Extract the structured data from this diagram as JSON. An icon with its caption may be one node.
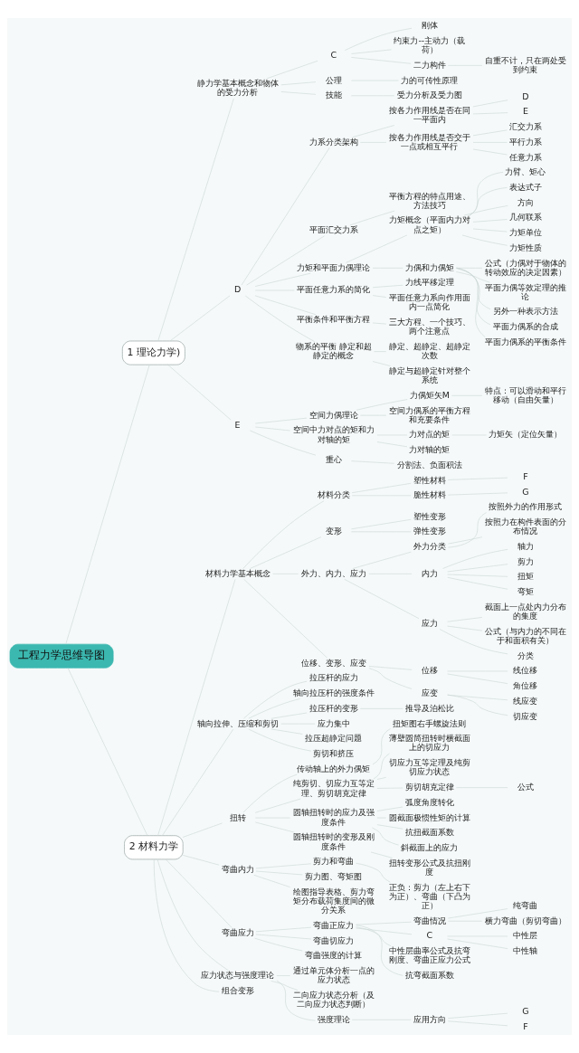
{
  "diagram": {
    "nodes": [
      {
        "text": [
          "工程力学思维导图"
        ]
      },
      {
        "text": [
          "1 理论力学)"
        ]
      },
      {
        "text": [
          "静力学基本概念和物体的受力分析"
        ]
      },
      {
        "text": [
          "C"
        ]
      },
      {
        "text": [
          "刚体"
        ]
      },
      {
        "text": [
          "约束力--主动力（载荷）"
        ]
      },
      {
        "text": [
          "二力构件"
        ]
      },
      {
        "text": [
          "自重不计，只在两处受到约束"
        ]
      },
      {
        "text": [
          "公理"
        ]
      },
      {
        "text": [
          "力的可传性原理"
        ]
      },
      {
        "text": [
          "技能"
        ]
      },
      {
        "text": [
          "受力分析及受力图"
        ]
      },
      {
        "text": [
          "D"
        ]
      },
      {
        "text": [
          "力系分类架构"
        ]
      },
      {
        "text": [
          "按各力作用线是否在同一平面内"
        ]
      },
      {
        "text": [
          "D"
        ]
      },
      {
        "text": [
          "E"
        ]
      },
      {
        "text": [
          "按各力作用线是否交于一点或相互平行"
        ]
      },
      {
        "text": [
          "汇交力系"
        ]
      },
      {
        "text": [
          "平行力系"
        ]
      },
      {
        "text": [
          "任意力系"
        ]
      },
      {
        "text": [
          "平面汇交力系"
        ]
      },
      {
        "text": [
          "平衡方程的特点用途、方法技巧"
        ]
      },
      {
        "text": [
          "力矩和平面力偶理论"
        ]
      },
      {
        "text": [
          "力矩概念（平面内力对点之矩）"
        ]
      },
      {
        "text": [
          "力臂、矩心"
        ]
      },
      {
        "text": [
          "表达式子"
        ]
      },
      {
        "text": [
          "方向"
        ]
      },
      {
        "text": [
          "几何联系"
        ]
      },
      {
        "text": [
          "力矩单位"
        ]
      },
      {
        "text": [
          "力矩性质"
        ]
      },
      {
        "text": [
          "力偶和力偶矩"
        ]
      },
      {
        "text": [
          "公式（力偶对于物体的转动效应的决定因素）"
        ]
      },
      {
        "text": [
          "平面力偶等效定理的推论"
        ]
      },
      {
        "text": [
          "另外一种表示方法"
        ]
      },
      {
        "text": [
          "平面力偶系的合成"
        ]
      },
      {
        "text": [
          "平面力偶系的平衡条件"
        ]
      },
      {
        "text": [
          "平面任意力系的简化"
        ]
      },
      {
        "text": [
          "力线平移定理"
        ]
      },
      {
        "text": [
          "平面任意力系向作用面内一点简化"
        ]
      },
      {
        "text": [
          "平衡条件和平衡方程"
        ]
      },
      {
        "text": [
          "三大方程、一个技巧、两个注意点"
        ]
      },
      {
        "text": [
          "物系的平衡 静定和超静定的概念"
        ]
      },
      {
        "text": [
          "静定、超静定、超静定次数"
        ]
      },
      {
        "text": [
          "静定与超静定针对整个系统"
        ]
      },
      {
        "text": [
          "E"
        ]
      },
      {
        "text": [
          "空间力偶理论"
        ]
      },
      {
        "text": [
          "力偶矩矢M"
        ]
      },
      {
        "text": [
          "特点：可以滑动和平行移动（自由矢量）"
        ]
      },
      {
        "text": [
          "空间力偶系的平衡方程和充要条件"
        ]
      },
      {
        "text": [
          "空间中力对点的矩和力对轴的矩"
        ]
      },
      {
        "text": [
          "力对点的矩"
        ]
      },
      {
        "text": [
          "力矩矢（定位矢量）"
        ]
      },
      {
        "text": [
          "力对轴的矩"
        ]
      },
      {
        "text": [
          "重心"
        ]
      },
      {
        "text": [
          "分割法、负面积法"
        ]
      },
      {
        "text": [
          "2 材料力学"
        ]
      },
      {
        "text": [
          "材料力学基本概念"
        ]
      },
      {
        "text": [
          "材料分类"
        ]
      },
      {
        "text": [
          "塑性材料"
        ]
      },
      {
        "text": [
          "F"
        ]
      },
      {
        "text": [
          "脆性材料"
        ]
      },
      {
        "text": [
          "G"
        ]
      },
      {
        "text": [
          "变形"
        ]
      },
      {
        "text": [
          "塑性变形"
        ]
      },
      {
        "text": [
          "弹性变形"
        ]
      },
      {
        "text": [
          "外力、内力、应力"
        ]
      },
      {
        "text": [
          "外力分类"
        ]
      },
      {
        "text": [
          "按照外力的作用形式"
        ]
      },
      {
        "text": [
          "按照力在构件表面的分布情况"
        ]
      },
      {
        "text": [
          "内力"
        ]
      },
      {
        "text": [
          "轴力"
        ]
      },
      {
        "text": [
          "剪力"
        ]
      },
      {
        "text": [
          "扭矩"
        ]
      },
      {
        "text": [
          "弯矩"
        ]
      },
      {
        "text": [
          "应力"
        ]
      },
      {
        "text": [
          "截面上一点处内力分布的集度"
        ]
      },
      {
        "text": [
          "公式（与内力的不同在于和面积有关）"
        ]
      },
      {
        "text": [
          "分类"
        ]
      },
      {
        "text": [
          "位移、变形、应变"
        ]
      },
      {
        "text": [
          "位移"
        ]
      },
      {
        "text": [
          "线位移"
        ]
      },
      {
        "text": [
          "角位移"
        ]
      },
      {
        "text": [
          "应变"
        ]
      },
      {
        "text": [
          "线应变"
        ]
      },
      {
        "text": [
          "切应变"
        ]
      },
      {
        "text": [
          "轴向拉伸、压缩和剪切"
        ]
      },
      {
        "text": [
          "拉压杆的应力"
        ]
      },
      {
        "text": [
          "轴向拉压杆的强度条件"
        ]
      },
      {
        "text": [
          "拉压杆的变形"
        ]
      },
      {
        "text": [
          "推导及泊松比"
        ]
      },
      {
        "text": [
          "应力集中"
        ]
      },
      {
        "text": [
          "拉压超静定问题"
        ]
      },
      {
        "text": [
          "剪切和挤压"
        ]
      },
      {
        "text": [
          "扭转"
        ]
      },
      {
        "text": [
          "传动轴上的外力偶矩"
        ]
      },
      {
        "text": [
          "扭矩图右手螺旋法则"
        ]
      },
      {
        "text": [
          "纯剪切、切应力互等定理、剪切胡克定律"
        ]
      },
      {
        "text": [
          "薄壁圆筒扭转时横截面上的切应力"
        ]
      },
      {
        "text": [
          "切应力互等定理及纯剪切应力状态"
        ]
      },
      {
        "text": [
          "剪切胡克定律"
        ]
      },
      {
        "text": [
          "公式"
        ]
      },
      {
        "text": [
          "圆轴扭转时的应力及强度条件"
        ]
      },
      {
        "text": [
          "弧度角度转化"
        ]
      },
      {
        "text": [
          "圆截面极惯性矩的计算"
        ]
      },
      {
        "text": [
          "抗扭截面系数"
        ]
      },
      {
        "text": [
          "斜截面上的应力"
        ]
      },
      {
        "text": [
          "圆轴扭转时的变形及刚度条件"
        ]
      },
      {
        "text": [
          "扭转变形公式及抗扭刚度"
        ]
      },
      {
        "text": [
          "弯曲内力"
        ]
      },
      {
        "text": [
          "剪力和弯曲"
        ]
      },
      {
        "text": [
          "正负：剪力（左上右下为正）、弯曲（下凸为正）"
        ]
      },
      {
        "text": [
          "剪力图、弯矩图"
        ]
      },
      {
        "text": [
          "绘图指导表格、剪力弯矩分布载荷集度间的微分关系"
        ]
      },
      {
        "text": [
          "弯曲应力"
        ]
      },
      {
        "text": [
          "弯曲正应力"
        ]
      },
      {
        "text": [
          "弯曲情况"
        ]
      },
      {
        "text": [
          "纯弯曲"
        ]
      },
      {
        "text": [
          "横力弯曲（剪切弯曲）"
        ]
      },
      {
        "text": [
          "C"
        ]
      },
      {
        "text": [
          "中性层"
        ]
      },
      {
        "text": [
          "中性轴"
        ]
      },
      {
        "text": [
          "中性层曲率公式及抗弯刚度、弯曲正应力公式"
        ]
      },
      {
        "text": [
          "抗弯截面系数"
        ]
      },
      {
        "text": [
          "弯曲切应力"
        ]
      },
      {
        "text": [
          "弯曲强度的计算"
        ]
      },
      {
        "text": [
          "应力状态与强度理论"
        ]
      },
      {
        "text": [
          "通过单元体分析一点的应力状态"
        ]
      },
      {
        "text": [
          "二向应力状态分析（及二向应力状态判断）"
        ]
      },
      {
        "text": [
          "强度理论"
        ]
      },
      {
        "text": [
          "应用方向"
        ]
      },
      {
        "text": [
          "G"
        ]
      },
      {
        "text": [
          "F"
        ]
      },
      {
        "text": [
          "组合变形"
        ]
      }
    ],
    "edges": [
      {
        "from": 0,
        "to": 1,
        "arrow": "none"
      },
      {
        "from": 1,
        "to": 2,
        "arrow": "none"
      },
      {
        "from": 2,
        "to": 3,
        "arrow": "none"
      },
      {
        "from": 3,
        "to": 4,
        "arrow": "none"
      },
      {
        "from": 3,
        "to": 5,
        "arrow": "none"
      },
      {
        "from": 3,
        "to": 6,
        "arrow": "none"
      },
      {
        "from": 6,
        "to": 7,
        "arrow": "none"
      },
      {
        "from": 2,
        "to": 8,
        "arrow": "none"
      },
      {
        "from": 8,
        "to": 9,
        "arrow": "none"
      },
      {
        "from": 2,
        "to": 10,
        "arrow": "none"
      },
      {
        "from": 10,
        "to": 11,
        "arrow": "none"
      },
      {
        "from": 1,
        "to": 12,
        "arrow": "none"
      },
      {
        "from": 12,
        "to": 13,
        "arrow": "none"
      },
      {
        "from": 13,
        "to": 14,
        "arrow": "none"
      },
      {
        "from": 14,
        "to": 15,
        "arrow": "none"
      },
      {
        "from": 14,
        "to": 16,
        "arrow": "none"
      },
      {
        "from": 13,
        "to": 17,
        "arrow": "none"
      },
      {
        "from": 17,
        "to": 18,
        "arrow": "none"
      },
      {
        "from": 17,
        "to": 19,
        "arrow": "none"
      },
      {
        "from": 17,
        "to": 20,
        "arrow": "none"
      },
      {
        "from": 12,
        "to": 21,
        "arrow": "none"
      },
      {
        "from": 21,
        "to": 22,
        "arrow": "none"
      },
      {
        "from": 12,
        "to": 23,
        "arrow": "none"
      },
      {
        "from": 23,
        "to": 24,
        "arrow": "none"
      },
      {
        "from": 24,
        "to": 25,
        "arrow": "none"
      },
      {
        "from": 24,
        "to": 26,
        "arrow": "none"
      },
      {
        "from": 24,
        "to": 27,
        "arrow": "none"
      },
      {
        "from": 24,
        "to": 28,
        "arrow": "none"
      },
      {
        "from": 24,
        "to": 29,
        "arrow": "none"
      },
      {
        "from": 24,
        "to": 30,
        "arrow": "none"
      },
      {
        "from": 23,
        "to": 31,
        "arrow": "none"
      },
      {
        "from": 31,
        "to": 32,
        "arrow": "none"
      },
      {
        "from": 31,
        "to": 33,
        "arrow": "none"
      },
      {
        "from": 31,
        "to": 34,
        "arrow": "none"
      },
      {
        "from": 31,
        "to": 35,
        "arrow": "none"
      },
      {
        "from": 31,
        "to": 36,
        "arrow": "none"
      },
      {
        "from": 12,
        "to": 37,
        "arrow": "none"
      },
      {
        "from": 37,
        "to": 38,
        "arrow": "none"
      },
      {
        "from": 37,
        "to": 39,
        "arrow": "none"
      },
      {
        "from": 12,
        "to": 40,
        "arrow": "none"
      },
      {
        "from": 40,
        "to": 41,
        "arrow": "none"
      },
      {
        "from": 12,
        "to": 42,
        "arrow": "none"
      },
      {
        "from": 42,
        "to": 43,
        "arrow": "none"
      },
      {
        "from": 42,
        "to": 44,
        "arrow": "none"
      },
      {
        "from": 1,
        "to": 45,
        "arrow": "none"
      },
      {
        "from": 45,
        "to": 46,
        "arrow": "none"
      },
      {
        "from": 46,
        "to": 47,
        "arrow": "none"
      },
      {
        "from": 47,
        "to": 48,
        "arrow": "none"
      },
      {
        "from": 46,
        "to": 49,
        "arrow": "none"
      },
      {
        "from": 45,
        "to": 50,
        "arrow": "none"
      },
      {
        "from": 50,
        "to": 51,
        "arrow": "none"
      },
      {
        "from": 51,
        "to": 52,
        "arrow": "none"
      },
      {
        "from": 50,
        "to": 53,
        "arrow": "none"
      },
      {
        "from": 45,
        "to": 54,
        "arrow": "none"
      },
      {
        "from": 54,
        "to": 55,
        "arrow": "none"
      },
      {
        "from": 0,
        "to": 56,
        "arrow": "none"
      },
      {
        "from": 56,
        "to": 57,
        "arrow": "none"
      },
      {
        "from": 57,
        "to": 58,
        "arrow": "none"
      },
      {
        "from": 58,
        "to": 59,
        "arrow": "none"
      },
      {
        "from": 59,
        "to": 60,
        "arrow": "none"
      },
      {
        "from": 58,
        "to": 61,
        "arrow": "none"
      },
      {
        "from": 61,
        "to": 62,
        "arrow": "none"
      },
      {
        "from": 57,
        "to": 63,
        "arrow": "none"
      },
      {
        "from": 63,
        "to": 64,
        "arrow": "none"
      },
      {
        "from": 63,
        "to": 65,
        "arrow": "none"
      },
      {
        "from": 57,
        "to": 66,
        "arrow": "none"
      },
      {
        "from": 66,
        "to": 67,
        "arrow": "none"
      },
      {
        "from": 67,
        "to": 68,
        "arrow": "none"
      },
      {
        "from": 67,
        "to": 69,
        "arrow": "none"
      },
      {
        "from": 66,
        "to": 70,
        "arrow": "none"
      },
      {
        "from": 70,
        "to": 71,
        "arrow": "none"
      },
      {
        "from": 70,
        "to": 72,
        "arrow": "none"
      },
      {
        "from": 70,
        "to": 73,
        "arrow": "none"
      },
      {
        "from": 70,
        "to": 74,
        "arrow": "none"
      },
      {
        "from": 66,
        "to": 75,
        "arrow": "none"
      },
      {
        "from": 75,
        "to": 76,
        "arrow": "none"
      },
      {
        "from": 75,
        "to": 77,
        "arrow": "none"
      },
      {
        "from": 75,
        "to": 78,
        "arrow": "none"
      },
      {
        "from": 57,
        "to": 79,
        "arrow": "none"
      },
      {
        "from": 79,
        "to": 80,
        "arrow": "none"
      },
      {
        "from": 80,
        "to": 81,
        "arrow": "none"
      },
      {
        "from": 80,
        "to": 82,
        "arrow": "none"
      },
      {
        "from": 79,
        "to": 83,
        "arrow": "none"
      },
      {
        "from": 83,
        "to": 84,
        "arrow": "none"
      },
      {
        "from": 83,
        "to": 85,
        "arrow": "none"
      },
      {
        "from": 56,
        "to": 86,
        "arrow": "none"
      },
      {
        "from": 86,
        "to": 87,
        "arrow": "none"
      },
      {
        "from": 86,
        "to": 88,
        "arrow": "none"
      },
      {
        "from": 86,
        "to": 89,
        "arrow": "none"
      },
      {
        "from": 89,
        "to": 90,
        "arrow": "none"
      },
      {
        "from": 86,
        "to": 91,
        "arrow": "none"
      },
      {
        "from": 86,
        "to": 92,
        "arrow": "none"
      },
      {
        "from": 86,
        "to": 93,
        "arrow": "none"
      },
      {
        "from": 56,
        "to": 94,
        "arrow": "none"
      },
      {
        "from": 94,
        "to": 95,
        "arrow": "none"
      },
      {
        "from": 95,
        "to": 96,
        "arrow": "none"
      },
      {
        "from": 94,
        "to": 97,
        "arrow": "none"
      },
      {
        "from": 97,
        "to": 98,
        "arrow": "none"
      },
      {
        "from": 97,
        "to": 99,
        "arrow": "none"
      },
      {
        "from": 97,
        "to": 100,
        "arrow": "none"
      },
      {
        "from": 100,
        "to": 101,
        "arrow": "none"
      },
      {
        "from": 94,
        "to": 102,
        "arrow": "none"
      },
      {
        "from": 102,
        "to": 103,
        "arrow": "none"
      },
      {
        "from": 102,
        "to": 104,
        "arrow": "none"
      },
      {
        "from": 102,
        "to": 105,
        "arrow": "none"
      },
      {
        "from": 102,
        "to": 106,
        "arrow": "none"
      },
      {
        "from": 94,
        "to": 107,
        "arrow": "none"
      },
      {
        "from": 107,
        "to": 108,
        "arrow": "none"
      },
      {
        "from": 56,
        "to": 109,
        "arrow": "none"
      },
      {
        "from": 109,
        "to": 110,
        "arrow": "none"
      },
      {
        "from": 110,
        "to": 111,
        "arrow": "none"
      },
      {
        "from": 109,
        "to": 112,
        "arrow": "none"
      },
      {
        "from": 109,
        "to": 113,
        "arrow": "none"
      },
      {
        "from": 56,
        "to": 114,
        "arrow": "none"
      },
      {
        "from": 114,
        "to": 115,
        "arrow": "none"
      },
      {
        "from": 115,
        "to": 116,
        "arrow": "none"
      },
      {
        "from": 116,
        "to": 117,
        "arrow": "none"
      },
      {
        "from": 116,
        "to": 118,
        "arrow": "none"
      },
      {
        "from": 115,
        "to": 119,
        "arrow": "none"
      },
      {
        "from": 119,
        "to": 120,
        "arrow": "none"
      },
      {
        "from": 119,
        "to": 121,
        "arrow": "none"
      },
      {
        "from": 115,
        "to": 122,
        "arrow": "none"
      },
      {
        "from": 115,
        "to": 123,
        "arrow": "none"
      },
      {
        "from": 114,
        "to": 124,
        "arrow": "none"
      },
      {
        "from": 114,
        "to": 125,
        "arrow": "none"
      },
      {
        "from": 56,
        "to": 126,
        "arrow": "none"
      },
      {
        "from": 126,
        "to": 127,
        "arrow": "none"
      },
      {
        "from": 126,
        "to": 128,
        "arrow": "none"
      },
      {
        "from": 126,
        "to": 129,
        "arrow": "none"
      },
      {
        "from": 129,
        "to": 130,
        "arrow": "none"
      },
      {
        "from": 130,
        "to": 131,
        "arrow": "none"
      },
      {
        "from": 130,
        "to": 132,
        "arrow": "none"
      },
      {
        "from": 56,
        "to": 133,
        "arrow": "none"
      }
    ]
  }
}
